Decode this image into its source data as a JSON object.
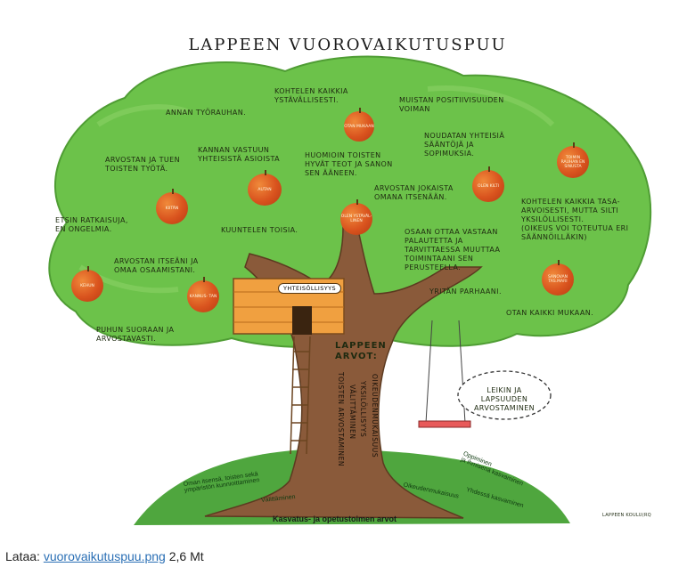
{
  "title": "LAPPEEN VUOROVAIKUTUSPUU",
  "canopy_texts": [
    "ANNAN TYÖRAUHAN.",
    "KOHTELEN KAIKKIA\nYSTÄVÄLLISESTI.",
    "MUISTAN POSITIIVISUUDEN\nVOIMAN",
    "NOUDATAN YHTEISIÄ\nSÄÄNTÖJÄ JA\nSOPIMUKSIA.",
    "ARVOSTAN JA TUEN\nTOISTEN TYÖTÄ.",
    "KANNAN VASTUUN\nYHTEISISTÄ ASIOISTA",
    "HUOMIOIN TOISTEN\nHYVÄT TEOT JA SANON\nSEN ÄÄNEEN.",
    "ARVOSTAN JOKAISTA\nOMANA ITSENÄÄN.",
    "KOHTELEN KAIKKIA TASA-\nARVOISESTI, MUTTA SILTI\nYKSILÖLLISESTI.\n(OIKEUS VOI TOTEUTUA ERI\nSÄÄNNÖILLÄKIN)",
    "ETSIN RATKAISUJA,\nEN ONGELMIA.",
    "KUUNTELEN TOISIA.",
    "OSAAN OTTAA VASTAAN\nPALAUTETTA JA\nTARVITTAESSA MUUTTAA\nTOIMINTAANI SEN\nPERUSTEELLA.",
    "ARVOSTAN ITSEÄNI JA\nOMAA OSAAMISTANI.",
    "YRITÄN PARHAANI.",
    "OTAN KAIKKI MUKAAN.",
    "PUHUN SUORAAN JA\nARVOSTAVASTI."
  ],
  "apples": [
    "OTAN\nMUKAAN",
    "TOIMIN\nRAUHAN EN\nSINUSTA",
    "KIITÄN",
    "AUTAN",
    "OLEN\nKILTI",
    "OLEN\nYSTÄVÄL-\nLINEN",
    "KEHUN",
    "KANNUS-\nTAN",
    "SANOVAN\nTAS.MARI"
  ],
  "treehouse_sign": "YHTEISÖLLISYYS",
  "trunk_heading": "LAPPEEN\nARVOT:",
  "trunk_values": [
    "OIKEUDENMUKAISUUS",
    "YKSILÖLLISYYS",
    "VÄLITTÄMINEN",
    "TOISTEN ARVOSTAMINEN"
  ],
  "swing_bubble": "LEIKIN JA LAPSUUDEN\nARVOSTAMINEN",
  "roots": {
    "left": "Oman itsensä, toisten sekä\nympäristön kunnioittaminen",
    "valittaminen": "Välittäminen",
    "oikeudenmukaisuus": "Oikeudenmukaisuus",
    "yhdessa": "Yhdessä kasvaminen",
    "oppiminen": "Oppiminen\nja ihmisenä kasvaminen",
    "heading": "Kasvatus- ja opetustoimen arvot"
  },
  "signature": "LAPPEEN KOULU(RQ",
  "footer": {
    "prefix": "Lataa: ",
    "link": "vuorovaikutuspuu.png",
    "size": "2,6 Mt"
  }
}
